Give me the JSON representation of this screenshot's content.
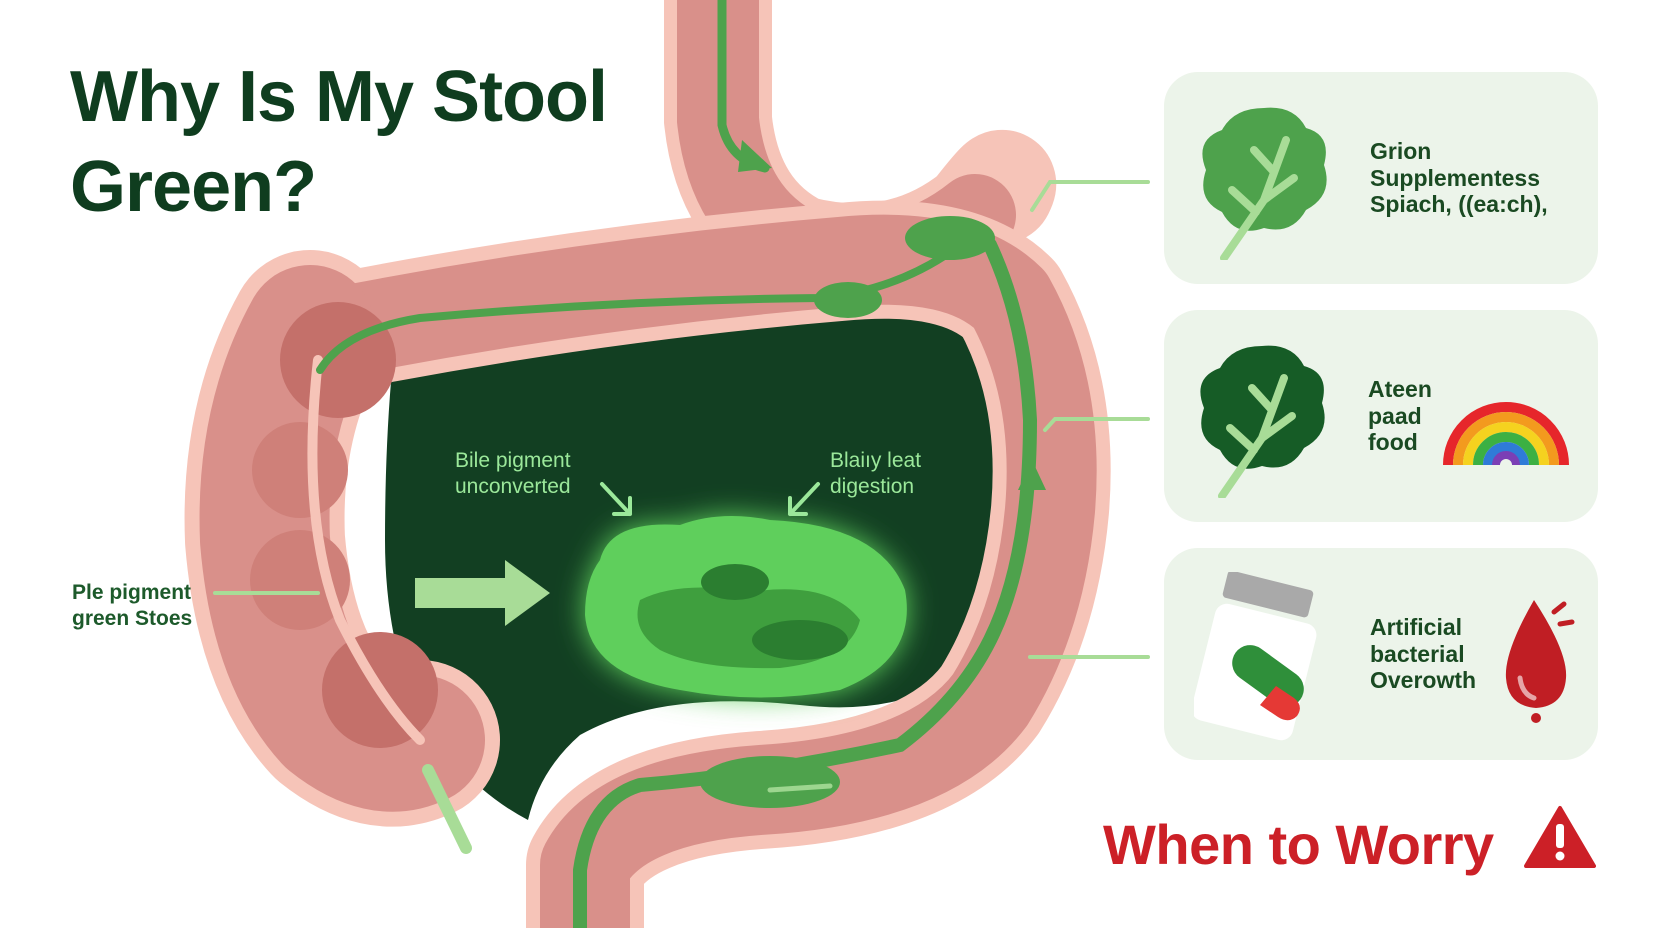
{
  "title": {
    "line1": "Why Is My Stool",
    "line2": "Green?"
  },
  "diagram": {
    "labels": {
      "left": {
        "line1": "Ple pigment",
        "line2": "green Stoes"
      },
      "inner_left": {
        "line1": "Bile pigment",
        "line2": "unconverted"
      },
      "inner_right": {
        "line1": "Blaiıy leat",
        "line2": "digestion"
      }
    }
  },
  "cards": [
    {
      "lines": [
        "Grion",
        "Supplementess",
        "Spiach,  ((ea:ch),"
      ],
      "icon": "spinach-leaf-icon"
    },
    {
      "lines": [
        "Ateen",
        "paad",
        "food"
      ],
      "icon": "leaf-icon",
      "icon2": "rainbow-icon"
    },
    {
      "lines": [
        "Artificial",
        "bacterial",
        "Overowth"
      ],
      "icon": "pill-bottle-icon",
      "icon2": "blood-drop-icon"
    }
  ],
  "warning": {
    "text": "When to Worry",
    "icon": "warning-triangle-icon",
    "color": "#cc2027"
  },
  "colors": {
    "title": "#0f3d1f",
    "intestine": "#d9908a",
    "intestine_outline": "#f6c4b8",
    "cavity": "#123f22",
    "stool": "#5fcf5c",
    "card_bg": "#ecf4ea"
  }
}
